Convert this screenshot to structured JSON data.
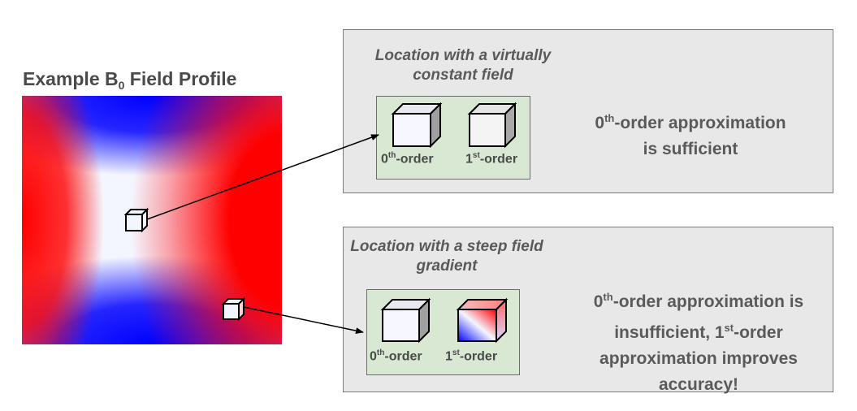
{
  "figure": {
    "title_main": "Example B",
    "title_sub": "0",
    "title_rest": " Field Profile"
  },
  "top_panel": {
    "caption": "Location with a virtually constant field",
    "cube_labels": [
      {
        "num": "0",
        "sup": "th",
        "rest": "-order"
      },
      {
        "num": "1",
        "sup": "st",
        "rest": "-order"
      }
    ],
    "result_num": "0",
    "result_sup": "th",
    "result_line1": "-order approximation",
    "result_line2": "is sufficient"
  },
  "bottom_panel": {
    "caption": "Location with a steep field gradient",
    "cube_labels": [
      {
        "num": "0",
        "sup": "th",
        "rest": "-order"
      },
      {
        "num": "1",
        "sup": "st",
        "rest": "-order"
      }
    ],
    "result_num": "0",
    "result_sup": "th",
    "result_line1": "-order approximation is",
    "result_line2_num": "insufficient, 1",
    "result_line2_sup": "st",
    "result_line2_rest": "-order",
    "result_line3": "approximation improves",
    "result_line4": "accuracy!"
  },
  "colors": {
    "field_positive": "#ff0000",
    "field_negative": "#0000ff",
    "field_zero": "#f4f6ff",
    "panel_bg": "#e8e8e8",
    "cube_box_bg": "#d9e8d2"
  }
}
